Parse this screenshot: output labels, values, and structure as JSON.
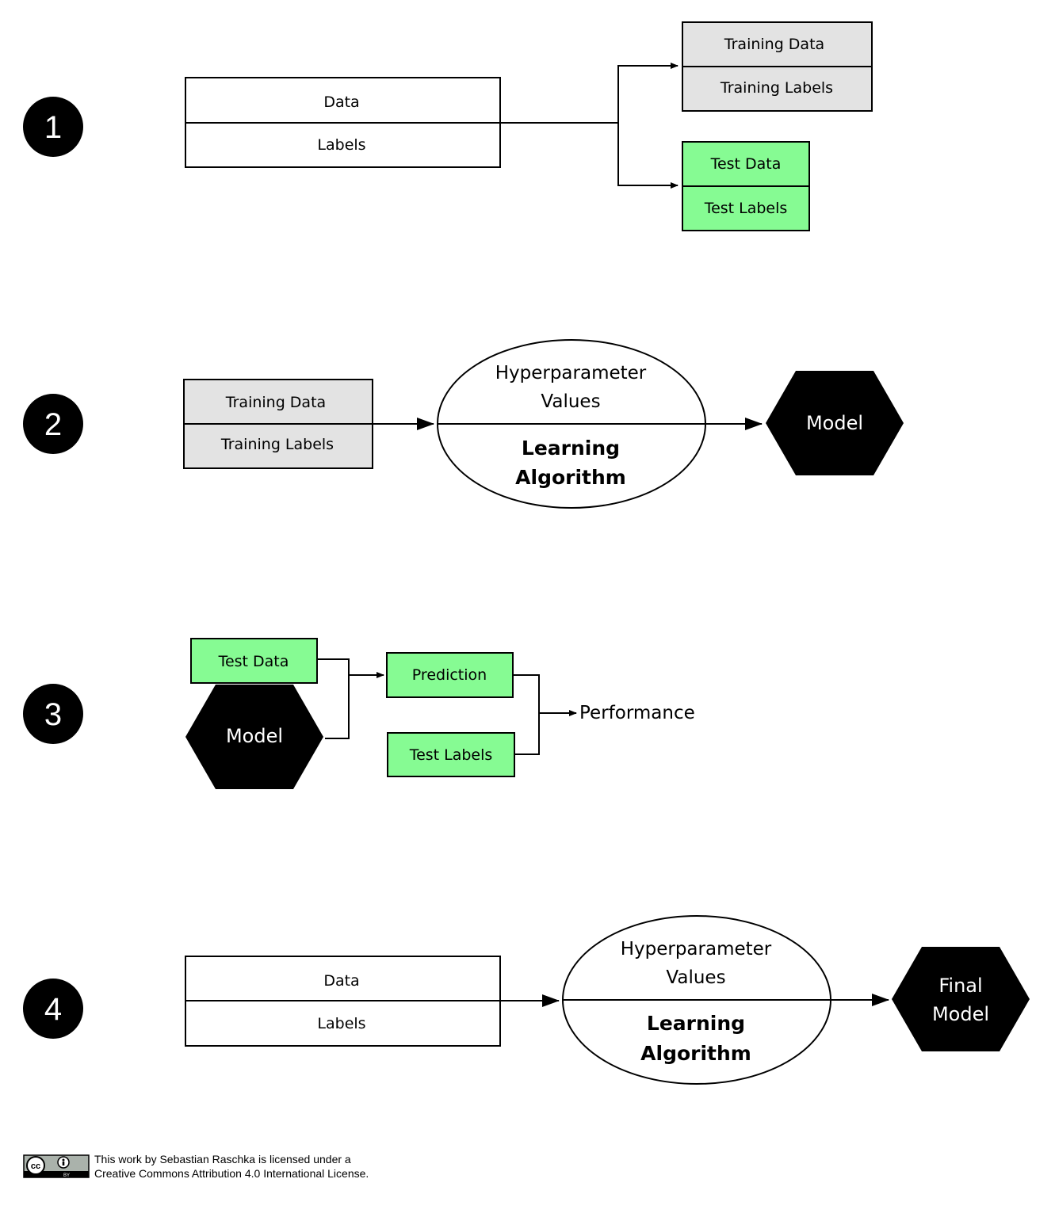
{
  "colors": {
    "green": "#86fb93",
    "gray": "#e3e3e3",
    "black": "#000000"
  },
  "steps": [
    {
      "number": "1",
      "source": {
        "top": "Data",
        "bottom": "Labels"
      },
      "train_box": {
        "top": "Training Data",
        "bottom": "Training Labels"
      },
      "test_box": {
        "top": "Test Data",
        "bottom": "Test Labels"
      }
    },
    {
      "number": "2",
      "input_box": {
        "top": "Training Data",
        "bottom": "Training Labels"
      },
      "ellipse": {
        "top_line1": "Hyperparameter",
        "top_line2": "Values",
        "bottom_line1": "Learning",
        "bottom_line2": "Algorithm"
      },
      "output": "Model"
    },
    {
      "number": "3",
      "test_data": "Test Data",
      "model": "Model",
      "prediction": "Prediction",
      "test_labels": "Test Labels",
      "result": "Performance"
    },
    {
      "number": "4",
      "source": {
        "top": "Data",
        "bottom": "Labels"
      },
      "ellipse": {
        "top_line1": "Hyperparameter",
        "top_line2": "Values",
        "bottom_line1": "Learning",
        "bottom_line2": "Algorithm"
      },
      "output_line1": "Final",
      "output_line2": "Model"
    }
  ],
  "license": {
    "line1": "This work by Sebastian Raschka is licensed under a",
    "line2": "Creative Commons Attribution 4.0 International License.",
    "badge_cc": "cc",
    "badge_by": "BY"
  }
}
